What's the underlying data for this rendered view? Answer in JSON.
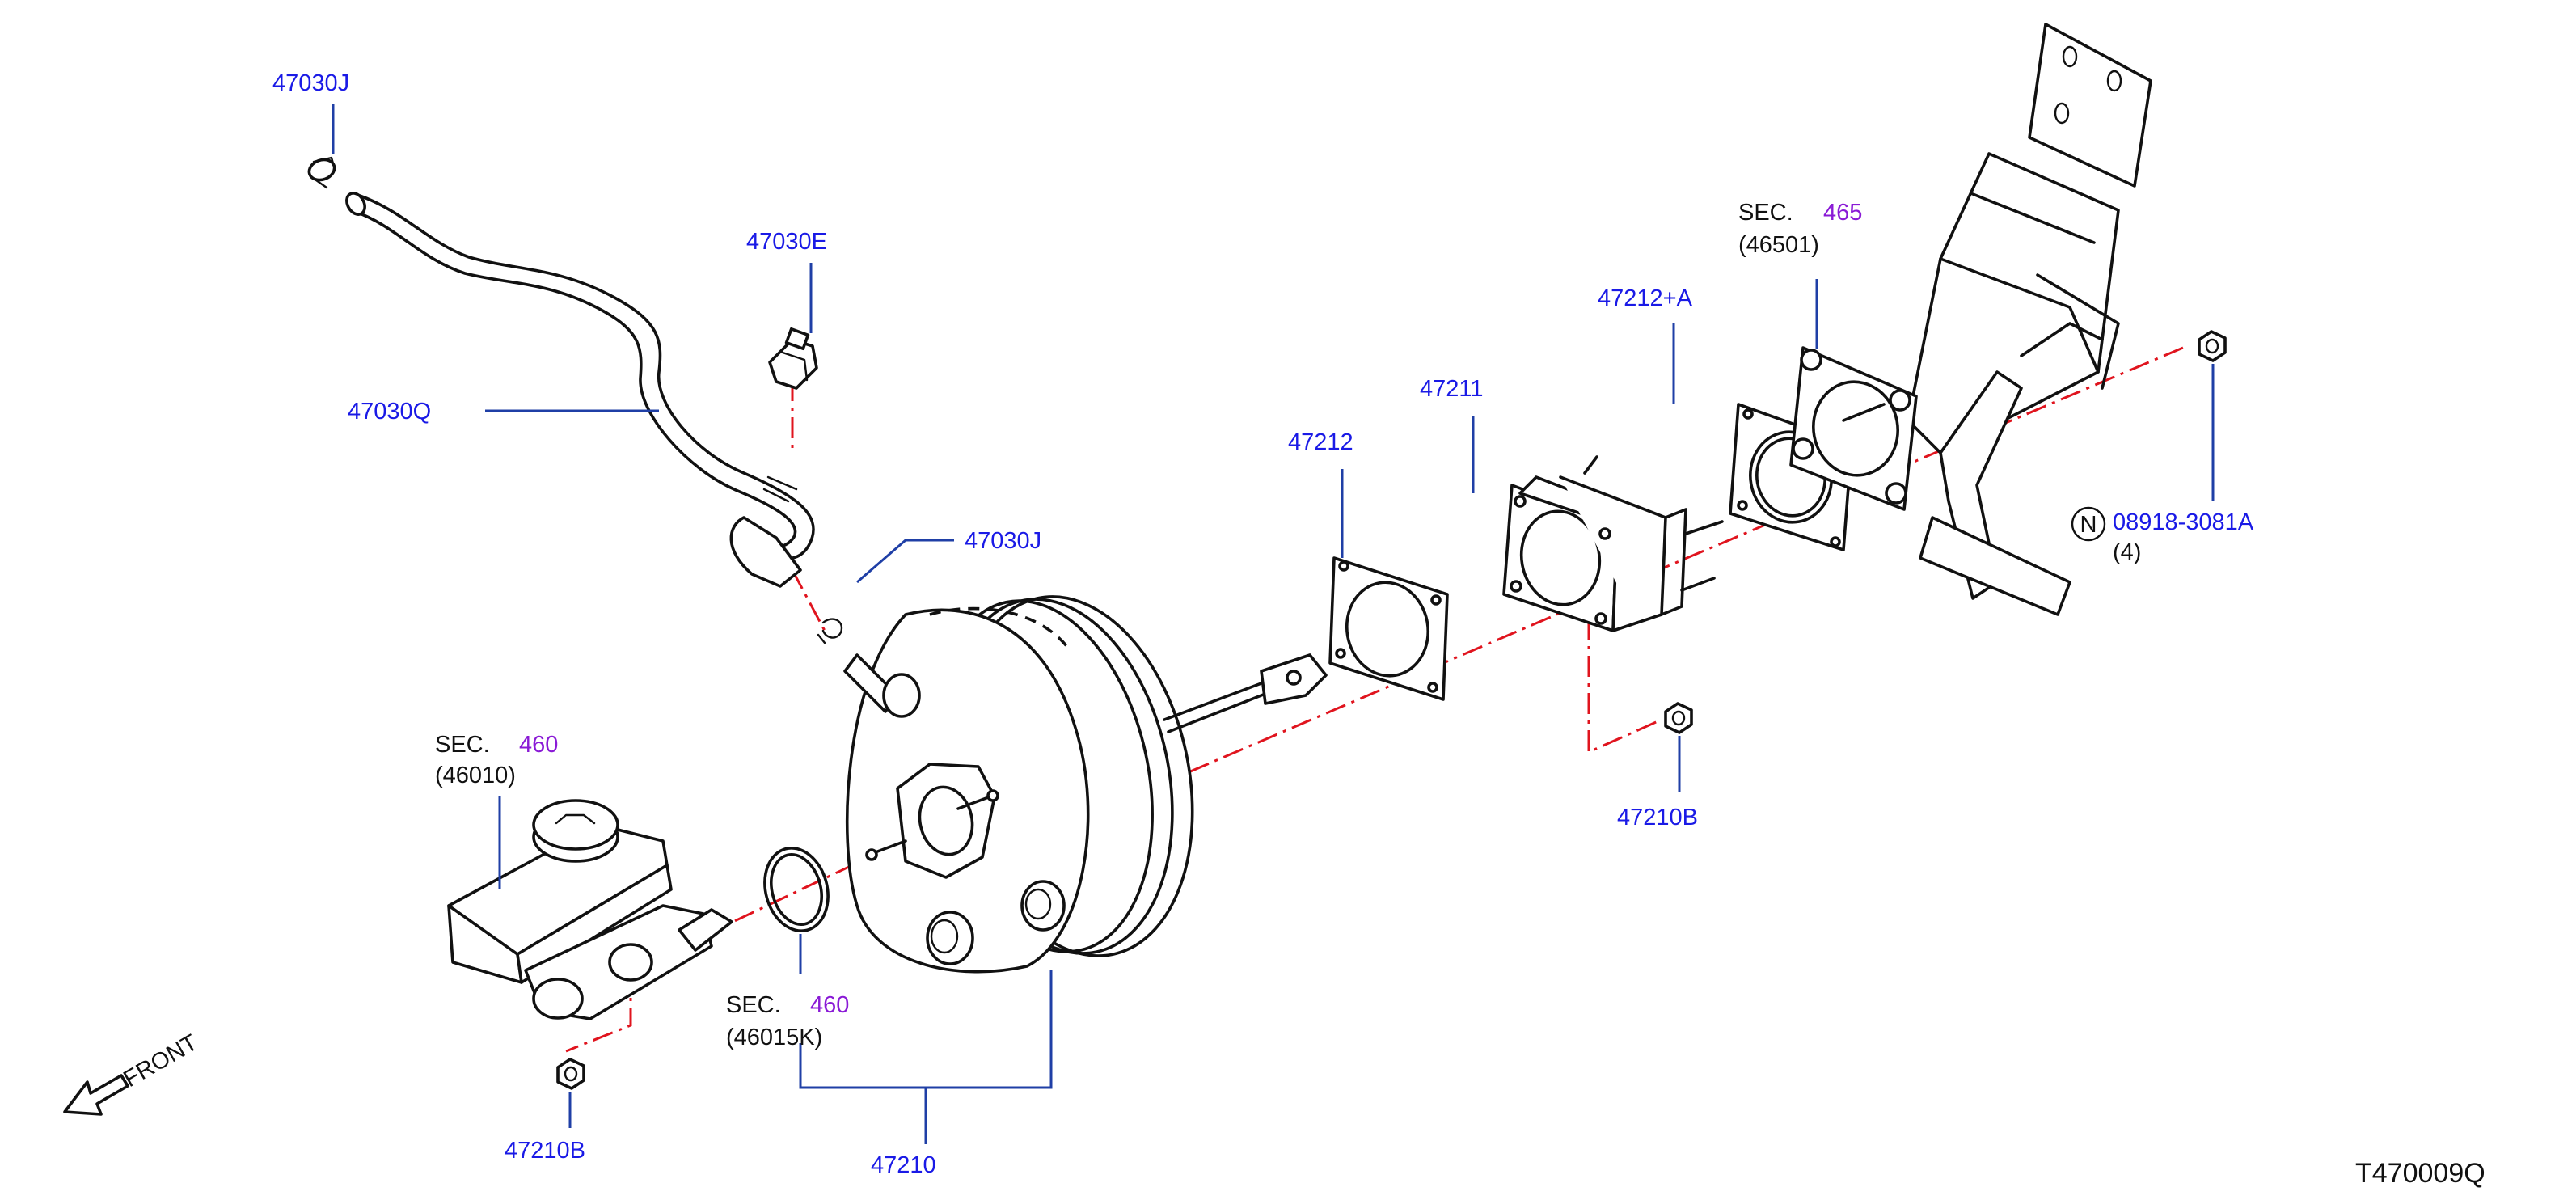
{
  "labels": {
    "hose_clamp_top": "47030J",
    "check_valve": "47030E",
    "vacuum_hose": "47030Q",
    "hose_clamp_mid": "47030J",
    "gasket": "47212",
    "spacer": "47211",
    "gasket_a": "47212+A",
    "nut_center": "47210B",
    "nut_bottom": "47210B",
    "booster": "47210",
    "bolt_nut": "08918-3081A",
    "bolt_nut_qty": "(4)",
    "bolt_nut_badge": "N"
  },
  "sections": {
    "pedal": {
      "word": "SEC.",
      "number": "465",
      "part": "(46501)"
    },
    "master_cylinder": {
      "word": "SEC.",
      "number": "460",
      "part": "(46010)"
    },
    "o_ring": {
      "word": "SEC.",
      "number": "460",
      "part": "(46015K)"
    }
  },
  "front_label": "FRONT",
  "drawing_id": "T470009Q",
  "colors": {
    "part_label": "#1a1ae6",
    "section_number": "#8a1ad6",
    "leader_line": "#1f3fa6",
    "center_line": "#e0141e",
    "outline": "#111111"
  }
}
